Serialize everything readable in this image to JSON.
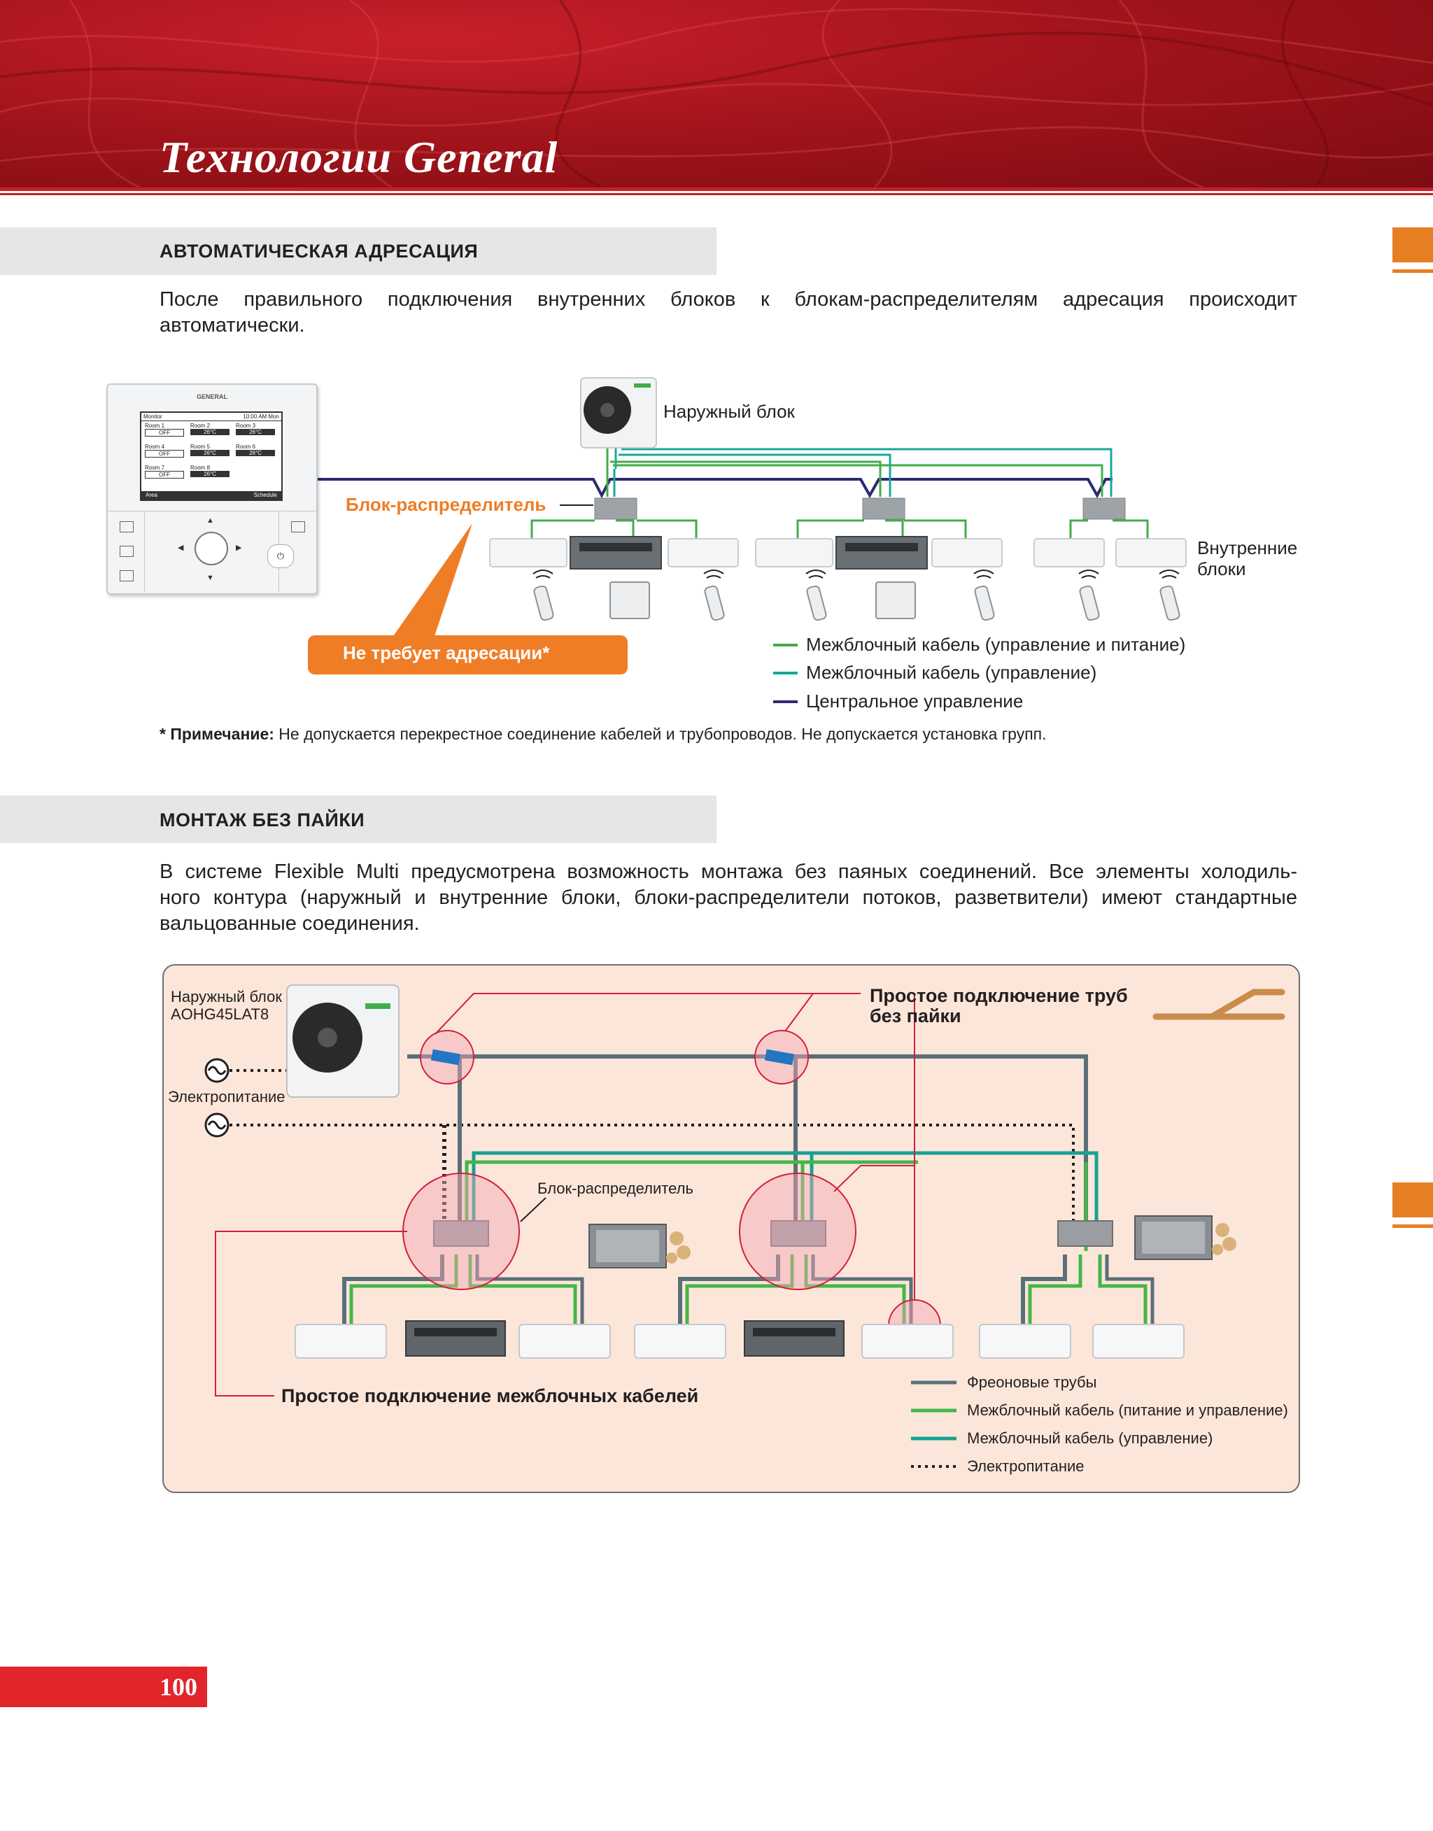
{
  "header": {
    "title": "Технологии  General"
  },
  "section1": {
    "title": "АВТОМАТИЧЕСКАЯ АДРЕСАЦИЯ",
    "para_line1": "После правильного подключения внутренних блоков к блокам-распределителям адресация происходит",
    "para_line2": "автоматически."
  },
  "diagram1": {
    "controller_brand": "GENERAL",
    "controller_screen": {
      "left_title": "Monitor",
      "right_title": "10:00 AM Mon",
      "rooms": [
        {
          "name": "Room 1",
          "value": "OFF"
        },
        {
          "name": "Room 2",
          "value": "26°C"
        },
        {
          "name": "Room 3",
          "value": "26°C"
        },
        {
          "name": "Room 4",
          "value": "OFF"
        },
        {
          "name": "Room 5",
          "value": "26°C"
        },
        {
          "name": "Room 6",
          "value": "26°C"
        },
        {
          "name": "Room 7",
          "value": "OFF"
        },
        {
          "name": "Room 8",
          "value": "26°C"
        }
      ],
      "footer_left": "Area",
      "footer_right": "Schedule"
    },
    "outdoor_label": "Наружный блок",
    "distributor_label": "Блок-распределитель",
    "indoor_label_line1": "Внутренние",
    "indoor_label_line2": "блоки",
    "callout": "Не требует адресации*",
    "legend": [
      {
        "label": "Межблочный кабель (управление и питание)",
        "color": "#3fae49"
      },
      {
        "label": "Межблочный кабель (управление)",
        "color": "#1aa79b"
      },
      {
        "label": "Центральное управление",
        "color": "#2b2a72"
      }
    ],
    "note_bold": "* Примечание:",
    "note_text": " Не допускается перекрестное соединение кабелей и трубопроводов. Не допускается установка групп."
  },
  "section2": {
    "title": "МОНТАЖ БЕЗ ПАЙКИ",
    "para_line1": "В системе Flexible Multi предусмотрена возможность монтажа без паяных соединений. Все элементы холодиль-",
    "para_line2": "ного контура (наружный и внутренние блоки, блоки-распределители потоков, разветвители) имеют стандартные",
    "para_line3": "вальцованные соединения."
  },
  "diagram2": {
    "outdoor_label": "Наружный блок",
    "outdoor_model": "AOHG45LAT8",
    "power_label": "Электропитание",
    "pipes_callout_line1": "Простое подключение труб",
    "pipes_callout_line2": "без пайки",
    "distributor_label": "Блок-распределитель",
    "cables_callout": "Простое подключение межблочных кабелей",
    "legend": [
      {
        "label": "Фреоновые трубы",
        "color": "#5a6f7a",
        "style": "solid"
      },
      {
        "label": "Межблочный кабель (питание и управление)",
        "color": "#45b649",
        "style": "solid"
      },
      {
        "label": "Межблочный кабель (управление)",
        "color": "#16a293",
        "style": "solid"
      },
      {
        "label": "Электропитание",
        "color": "#231f20",
        "style": "dotted"
      }
    ]
  },
  "page_number": "100"
}
